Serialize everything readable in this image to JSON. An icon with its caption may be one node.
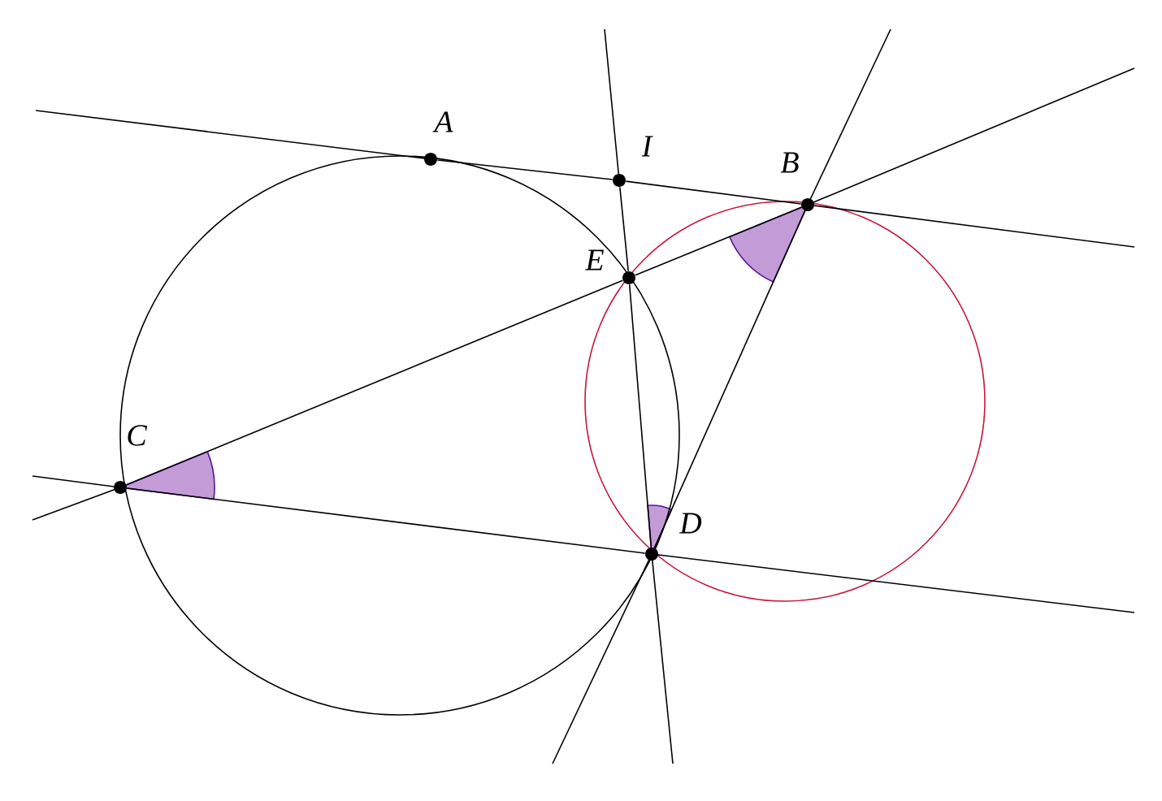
{
  "diagram": {
    "nodes": [
      {
        "text": [
          "A"
        ]
      },
      {
        "text": [
          "I"
        ]
      },
      {
        "text": [
          "B"
        ]
      },
      {
        "text": [
          "E"
        ]
      },
      {
        "text": [
          "C"
        ]
      },
      {
        "text": [
          "D"
        ]
      }
    ],
    "edges": [
      {
        "from": 0,
        "to": 1,
        "arrow": "none"
      },
      {
        "from": 1,
        "to": 2,
        "arrow": "none"
      },
      {
        "from": 4,
        "to": 3,
        "arrow": "none"
      },
      {
        "from": 3,
        "to": 2,
        "arrow": "none"
      },
      {
        "from": 4,
        "to": 5,
        "arrow": "none"
      },
      {
        "from": 2,
        "to": 5,
        "arrow": "none"
      },
      {
        "from": 1,
        "to": 3,
        "arrow": "none"
      },
      {
        "from": 3,
        "to": 5,
        "arrow": "none"
      }
    ]
  }
}
